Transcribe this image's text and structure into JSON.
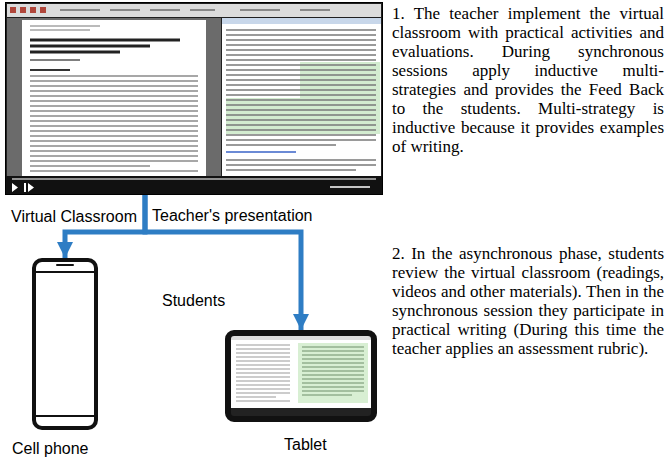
{
  "diagram": {
    "nodes": [
      {
        "text": [
          "Virtual Classroom"
        ]
      },
      {
        "text": [
          "Cell phone"
        ]
      },
      {
        "text": [
          "Tablet"
        ]
      }
    ],
    "edges": [
      {
        "from": 0,
        "to": 1,
        "arrow": "to"
      },
      {
        "from": 0,
        "to": 2,
        "arrow": "to"
      }
    ],
    "labels": [
      "Teacher's presentation",
      "Students",
      "1. The teacher implement the virtual classroom with practical activities and evaluations. During synchronous sessions apply inductive multi-strategies and provides the Feed Back to the students. Multi-strategy is inductive because it provides examples of writing.",
      "2. In the asynchronous phase, students review the virtual classroom (readings, videos and other materials). Then in the synchronous session they participate in practical writing (During this time the teacher applies an assessment rubric)."
    ]
  }
}
